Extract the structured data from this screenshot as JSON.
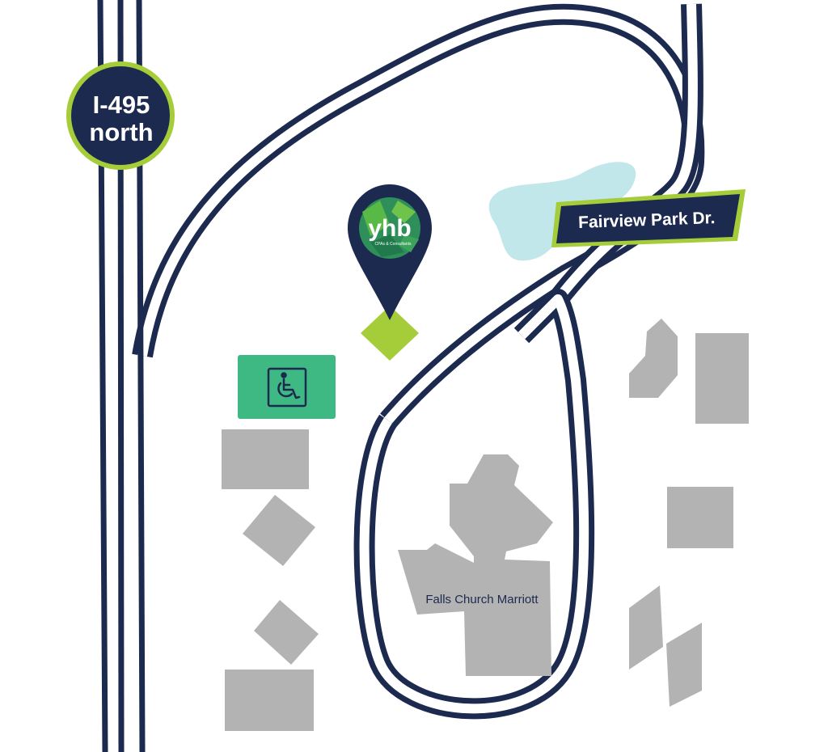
{
  "highway_sign": {
    "line1": "I-495",
    "line2": "north"
  },
  "street_sign": {
    "label": "Fairview Park Dr."
  },
  "marker": {
    "brand": "yhb",
    "tagline": "CPAs & Consultants"
  },
  "poi": {
    "hotel_label": "Falls Church Marriott"
  },
  "accessible_parking": {
    "icon": "wheelchair-icon"
  },
  "colors": {
    "road": "#1c2a4f",
    "accent_green": "#a5cd39",
    "parking_green": "#3fb984",
    "water": "#c2e7ea",
    "building": "#b3b3b3"
  }
}
